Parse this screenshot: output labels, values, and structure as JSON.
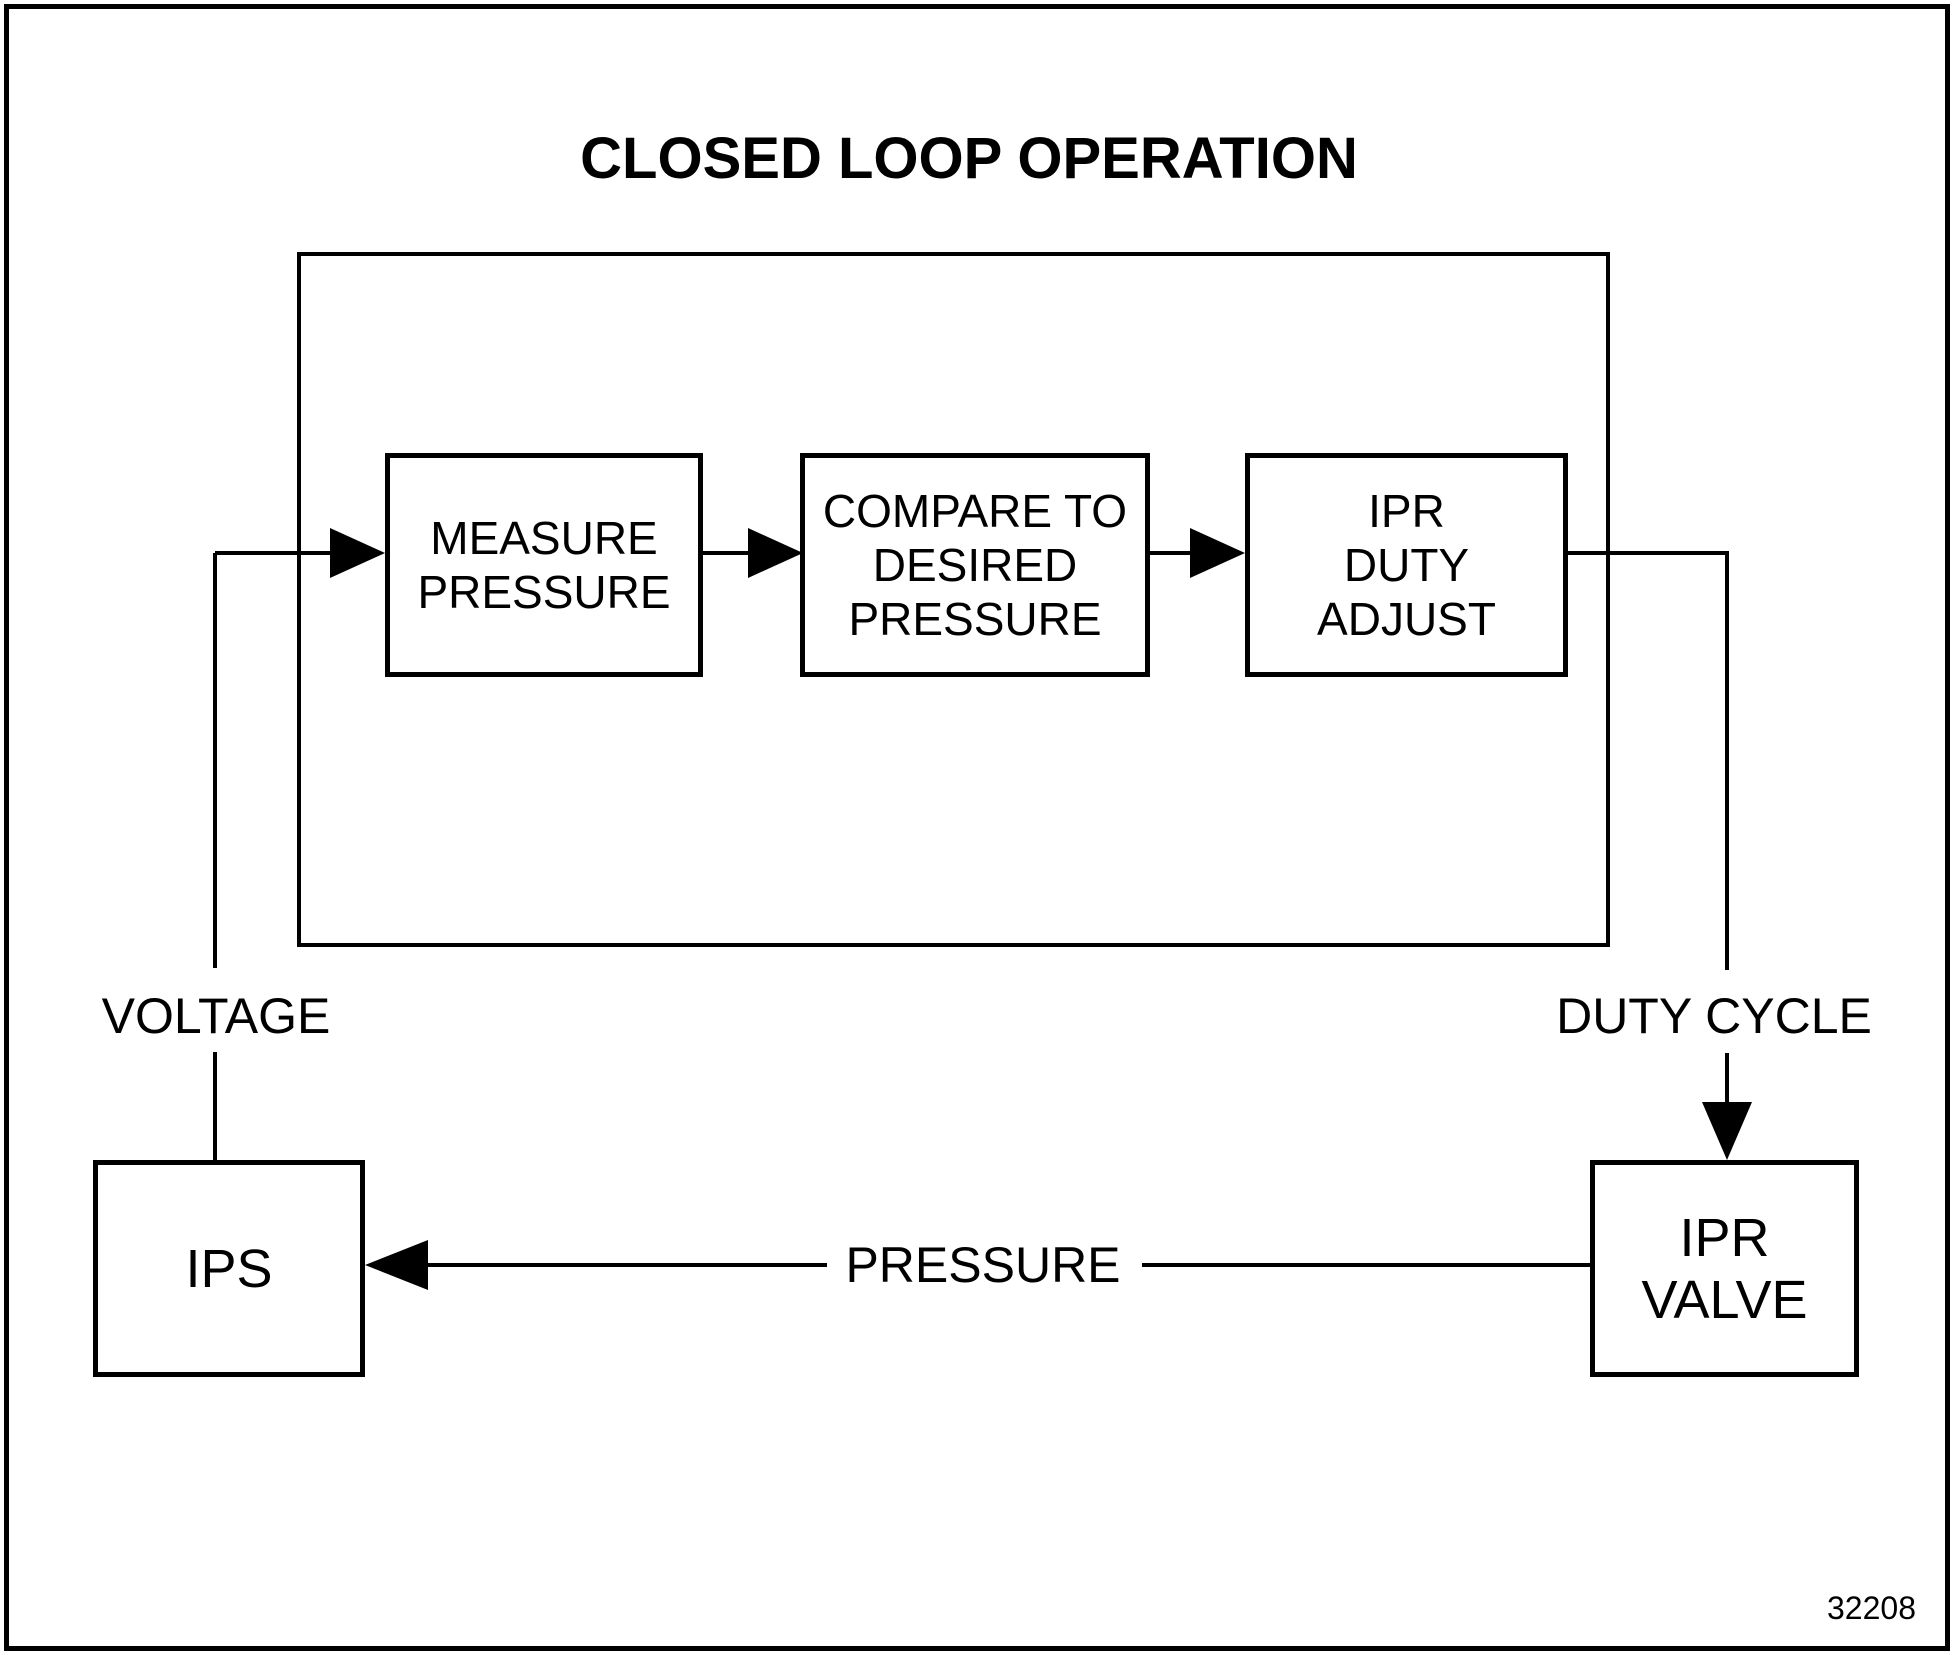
{
  "title": "CLOSED LOOP OPERATION",
  "loop_boxes": {
    "measure_pressure": {
      "label": "MEASURE\nPRESSURE"
    },
    "compare_to_desired_pressure": {
      "label": "COMPARE TO\nDESIRED\nPRESSURE"
    },
    "ipr_duty_adjust": {
      "label": "IPR\nDUTY\nADJUST"
    }
  },
  "components": {
    "ips": {
      "label": "IPS"
    },
    "ipr_valve": {
      "label": "IPR\nVALVE"
    }
  },
  "signal_labels": {
    "voltage": "VOLTAGE",
    "duty_cycle": "DUTY CYCLE",
    "pressure": "PRESSURE"
  },
  "figure_number": "32208",
  "colors": {
    "line": "#000000",
    "background": "#ffffff"
  }
}
